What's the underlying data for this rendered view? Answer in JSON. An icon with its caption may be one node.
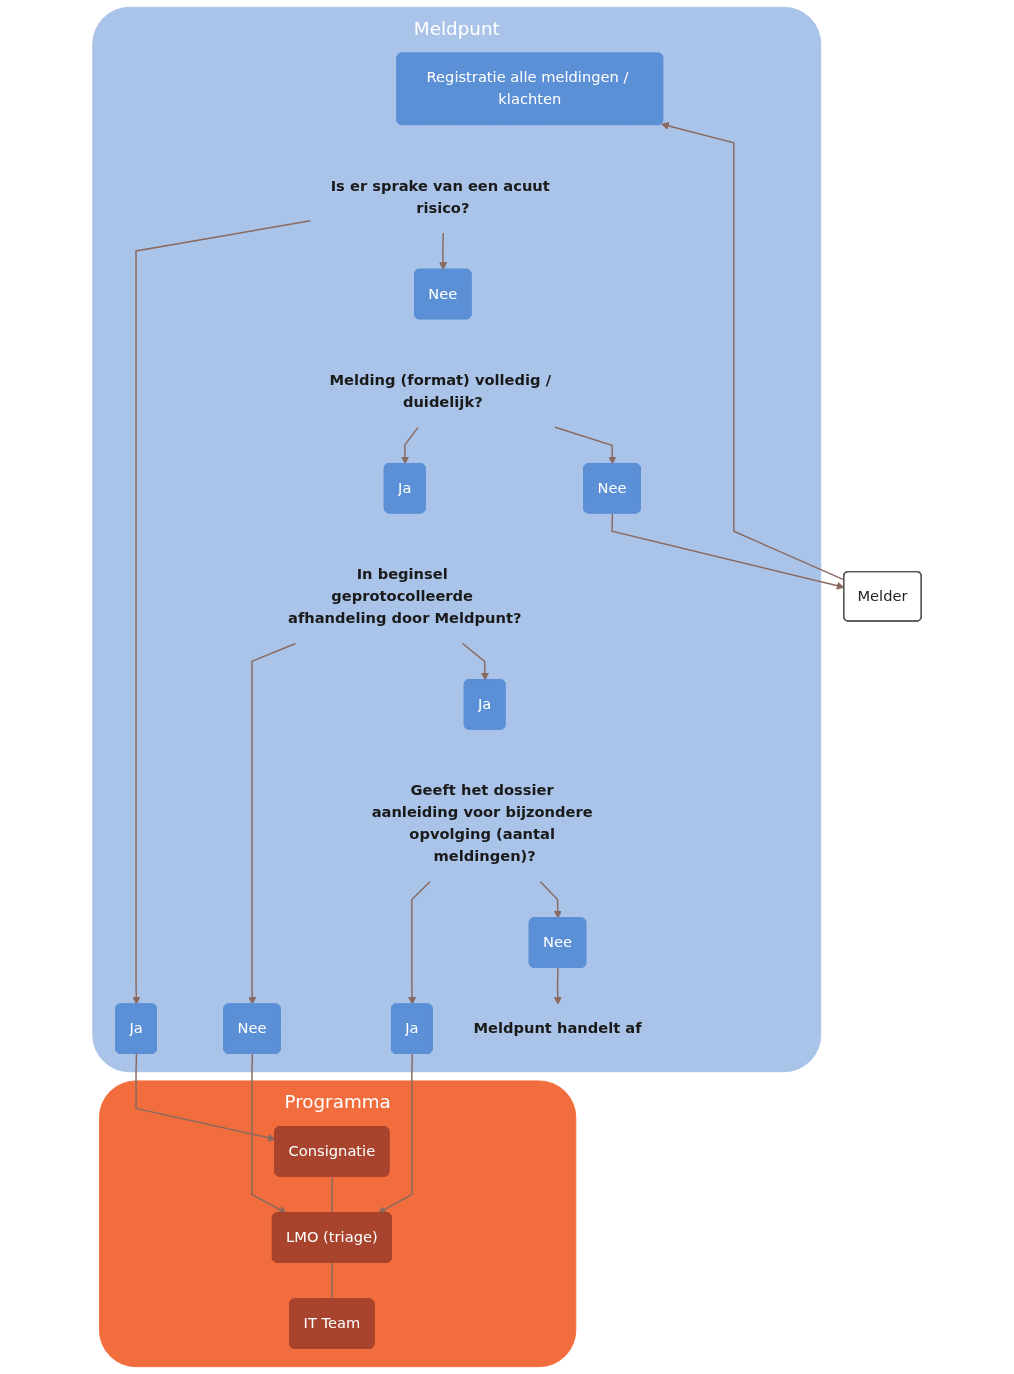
{
  "diagram": {
    "nodes": [
      {
        "text": [
          "Meldpunt"
        ]
      },
      {
        "text": [
          "Programma"
        ]
      },
      {
        "text": [
          "Melder"
        ]
      },
      {
        "text": [
          "Registratie alle meldingen / klachten"
        ],
        "in": 0
      },
      {
        "text": [
          "Is er sprake van een acuut risico?"
        ],
        "in": 0
      },
      {
        "text": [
          "Ja"
        ],
        "in": 0
      },
      {
        "text": [
          "Nee"
        ],
        "in": 0
      },
      {
        "text": [
          "Melding (format) volledig / duidelijk?"
        ],
        "in": 0
      },
      {
        "text": [
          "Ja"
        ],
        "in": 0
      },
      {
        "text": [
          "Nee"
        ],
        "in": 0
      },
      {
        "text": [
          "In beginsel geprotocolleerde afhandeling door Meldpunt?"
        ],
        "in": 0
      },
      {
        "text": [
          "Nee"
        ],
        "in": 0
      },
      {
        "text": [
          "Ja"
        ],
        "in": 0
      },
      {
        "text": [
          "Geeft het dossier aanleiding voor bijzondere opvolging (aantal meldingen)?"
        ],
        "in": 0
      },
      {
        "text": [
          "Ja"
        ],
        "in": 0
      },
      {
        "text": [
          "Nee"
        ],
        "in": 0
      },
      {
        "text": [
          "Meldpunt handelt af"
        ],
        "in": 0
      },
      {
        "text": [
          "Consignatie"
        ],
        "in": 1
      },
      {
        "text": [
          "LMO (triage)"
        ],
        "in": 1
      },
      {
        "text": [
          "IT Team"
        ],
        "in": 1
      }
    ],
    "edges": [
      {
        "from": 2,
        "to": 3,
        "arrow": "to"
      },
      {
        "from": 4,
        "to": 5,
        "arrow": "to"
      },
      {
        "from": 4,
        "to": 6,
        "arrow": "to"
      },
      {
        "from": 7,
        "to": 8,
        "arrow": "to"
      },
      {
        "from": 7,
        "to": 9,
        "arrow": "to"
      },
      {
        "from": 9,
        "to": 2,
        "arrow": "to"
      },
      {
        "from": 10,
        "to": 11,
        "arrow": "to"
      },
      {
        "from": 10,
        "to": 12,
        "arrow": "to"
      },
      {
        "from": 13,
        "to": 14,
        "arrow": "to"
      },
      {
        "from": 13,
        "to": 15,
        "arrow": "to"
      },
      {
        "from": 15,
        "to": 16,
        "arrow": "to"
      },
      {
        "from": 5,
        "to": 17,
        "arrow": "to"
      },
      {
        "from": 11,
        "to": 18,
        "arrow": "to"
      },
      {
        "from": 14,
        "to": 18,
        "arrow": "to"
      },
      {
        "from": 17,
        "to": 18,
        "arrow": "none"
      },
      {
        "from": 18,
        "to": 19,
        "arrow": "none"
      }
    ]
  }
}
